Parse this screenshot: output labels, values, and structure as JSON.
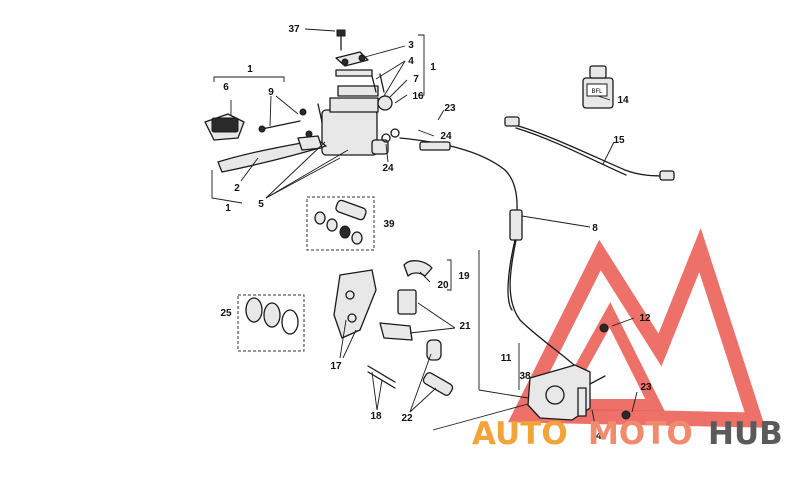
{
  "labels": {
    "l1a": "1",
    "l1b": "1",
    "l1c": "1",
    "l2": "2",
    "l3": "3",
    "l4": "4",
    "l5": "5",
    "l6": "6",
    "l7": "7",
    "l8": "8",
    "l9": "9",
    "l11": "11",
    "l12": "12",
    "l14": "14",
    "l15": "15",
    "l16": "16",
    "l17": "17",
    "l18": "18",
    "l19": "19",
    "l20": "20",
    "l21": "21",
    "l22": "22",
    "l23a": "23",
    "l23b": "23",
    "l24a": "24",
    "l24b": "24",
    "l24c": "24",
    "l25": "25",
    "l37": "37",
    "l38": "38",
    "l39": "39"
  },
  "bottle_text": "BFL",
  "watermark": {
    "part1": "AUTO",
    "part2": "MOTO",
    "part3": "HUB",
    "color1": "#f2a33a",
    "color2": "#f28b6e",
    "color3": "#5a5a5a",
    "logo_color": "#e8463c"
  }
}
